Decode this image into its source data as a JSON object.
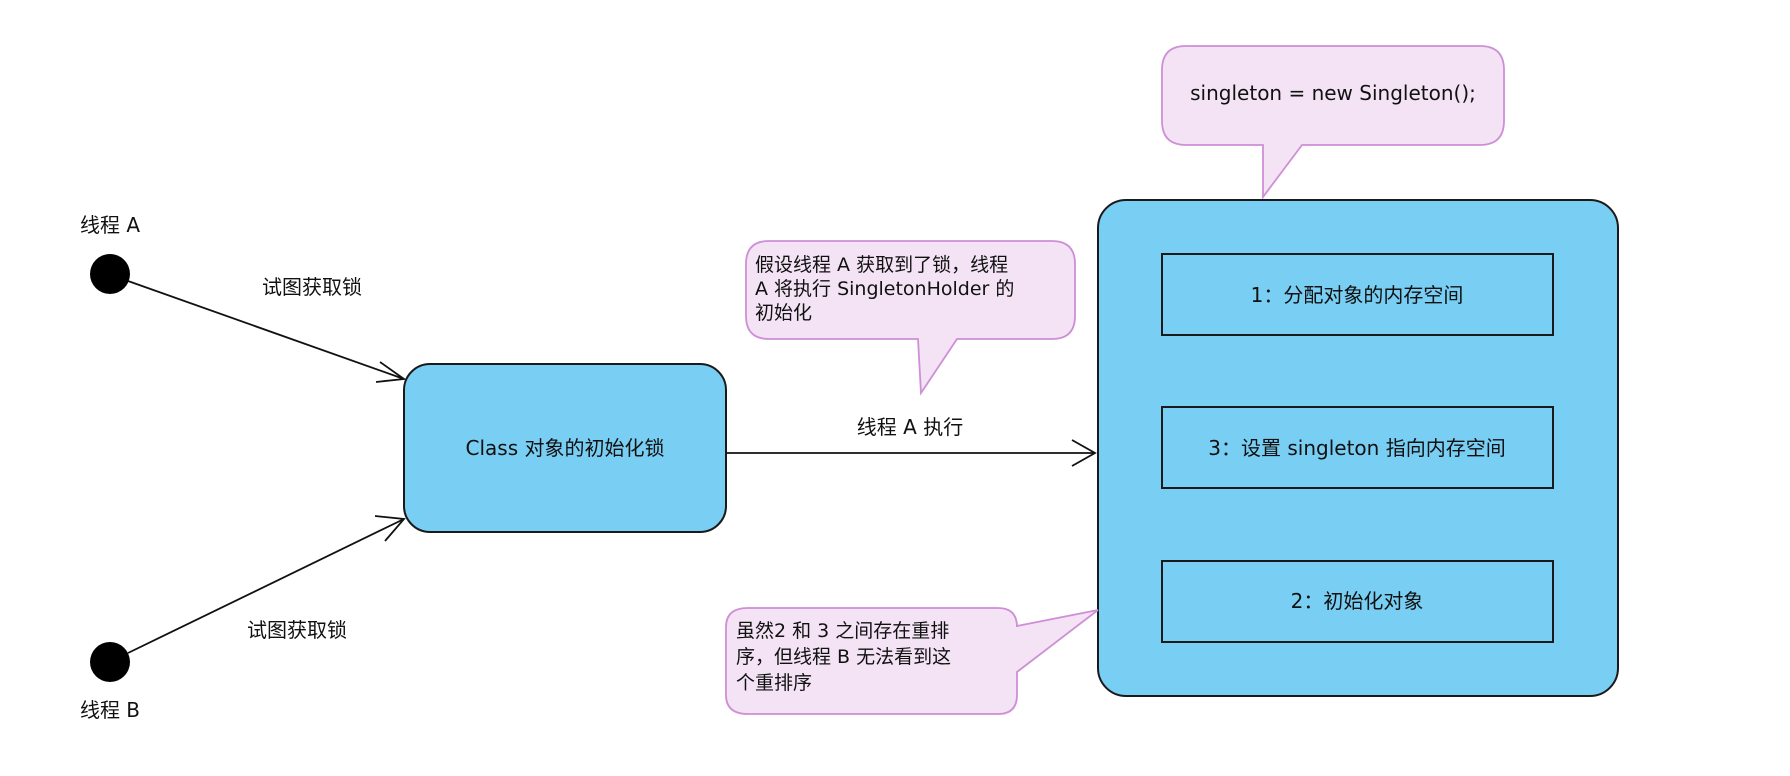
{
  "colors": {
    "node_fill": "#79CEF3",
    "node_stroke": "#1a1a1a",
    "note_fill": "#F3E3F5",
    "note_stroke": "#CE8FD6",
    "edge": "#111111",
    "start_dot": "#000000"
  },
  "threads": {
    "a_label": "线程 A",
    "b_label": "线程 B"
  },
  "edges": {
    "a_to_lock": "试图获取锁",
    "b_to_lock": "试图获取锁",
    "lock_to_init": "线程 A 执行"
  },
  "lock_node": {
    "label": "Class 对象的初始化锁"
  },
  "init_group": {
    "steps": [
      "1：分配对象的内存空间",
      "3：设置 singleton 指向内存空间",
      "2：初始化对象"
    ]
  },
  "notes": {
    "code": "singleton = new Singleton();",
    "thread_a_lines": [
      "假设线程 A 获取到了锁，线程",
      "A 将执行 SingletonHolder 的",
      "初始化"
    ],
    "reorder_lines": [
      "虽然2 和 3 之间存在重排",
      "序，但线程 B 无法看到这",
      "个重排序"
    ]
  }
}
